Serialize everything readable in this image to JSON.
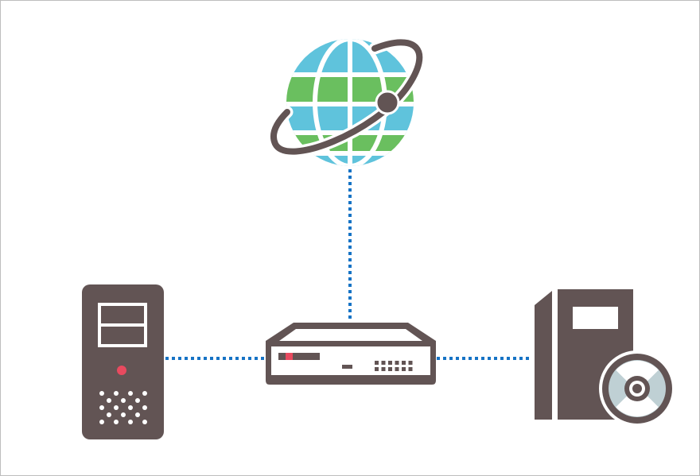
{
  "diagram": {
    "nodes": [
      {
        "id": "internet",
        "icon": "globe-icon"
      },
      {
        "id": "router",
        "icon": "router-icon"
      },
      {
        "id": "desktop",
        "icon": "desktop-tower-icon"
      },
      {
        "id": "software",
        "icon": "software-package-icon"
      }
    ],
    "edges": [
      {
        "from": "internet",
        "to": "router",
        "style": "dotted"
      },
      {
        "from": "desktop",
        "to": "router",
        "style": "dotted"
      },
      {
        "from": "router",
        "to": "software",
        "style": "dotted"
      }
    ]
  },
  "colors": {
    "icon": "#625454",
    "link": "#1673c5",
    "globe_blue": "#5fc3dc",
    "globe_green": "#6abf5f",
    "led_red": "#e84a5f",
    "disc": "#bfd0d4"
  }
}
